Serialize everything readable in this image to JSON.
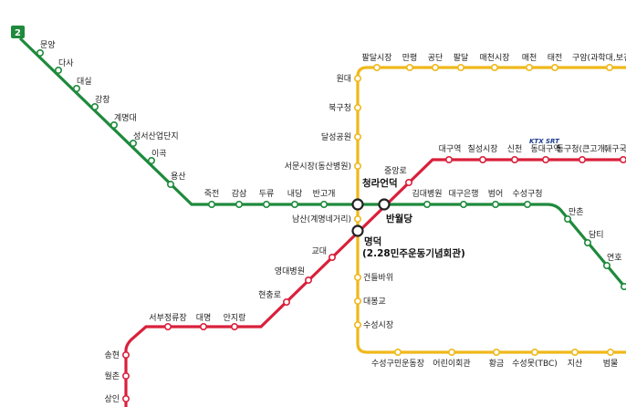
{
  "line_badge": "2",
  "colors": {
    "line2": "#1e8a3c",
    "line1": "#d9203b",
    "line3": "#f0b81a",
    "badge_bg": "#1e8a3c"
  },
  "stations": {
    "line2": [
      "문양",
      "다사",
      "대실",
      "강창",
      "계명대",
      "성서산업단지",
      "이곡",
      "용산",
      "죽전",
      "감삼",
      "두류",
      "내당",
      "반고개",
      "김대병원",
      "대구은행",
      "범어",
      "수성구청",
      "만촌",
      "담티",
      "연호"
    ],
    "line1": [
      "송현",
      "월촌",
      "상인",
      "서부정류장",
      "대명",
      "안지랑",
      "현충로",
      "영대병원",
      "교대",
      "중앙로",
      "대구역",
      "칠성시장",
      "신천",
      "동대구역",
      "동구청(큰고개)",
      "대구국"
    ],
    "line3": [
      "원대",
      "북구청",
      "달성공원",
      "서문시장(동산병원)",
      "팔달시장",
      "만평",
      "공단",
      "팔달",
      "매천시장",
      "매천",
      "태전",
      "구암(과학대,보건대)",
      "건들바위",
      "대봉교",
      "수성시장",
      "수성구민운동장",
      "어린이회관",
      "황금",
      "수성못(TBC)",
      "지산",
      "범물"
    ],
    "transfer": {
      "cheongna": "청라언덕",
      "banwoldang": "반월당",
      "myeongdeok": "명덕",
      "myeongdeok_sub": "(2.28민주운동기념회관)",
      "namsan": "남산(계명네거리)"
    },
    "ktx_logo": "KTX",
    "srt_logo": "SRT"
  }
}
